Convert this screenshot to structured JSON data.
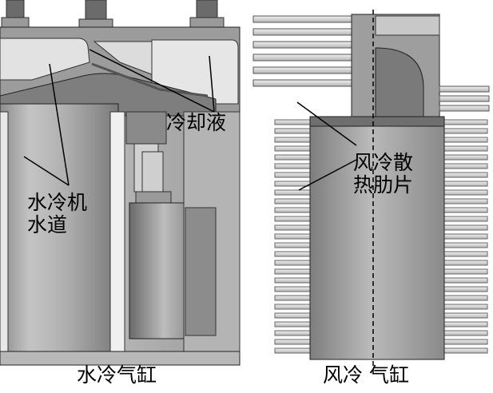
{
  "labels": {
    "coolant": "冷却液",
    "water_jacket_line1": "水冷机",
    "water_jacket_line2": "水道",
    "cooling_fins_line1": "风冷散",
    "cooling_fins_line2": "热肋片",
    "water_cooled_cylinder": "水冷气缸",
    "air_cooled_cylinder": "风冷 气缸"
  },
  "colors": {
    "metal_light": "#d8d8d8",
    "metal_mid": "#a8a8a8",
    "metal_dark": "#5a5a5a",
    "cavity": "#eeeeee",
    "line": "#000000"
  }
}
